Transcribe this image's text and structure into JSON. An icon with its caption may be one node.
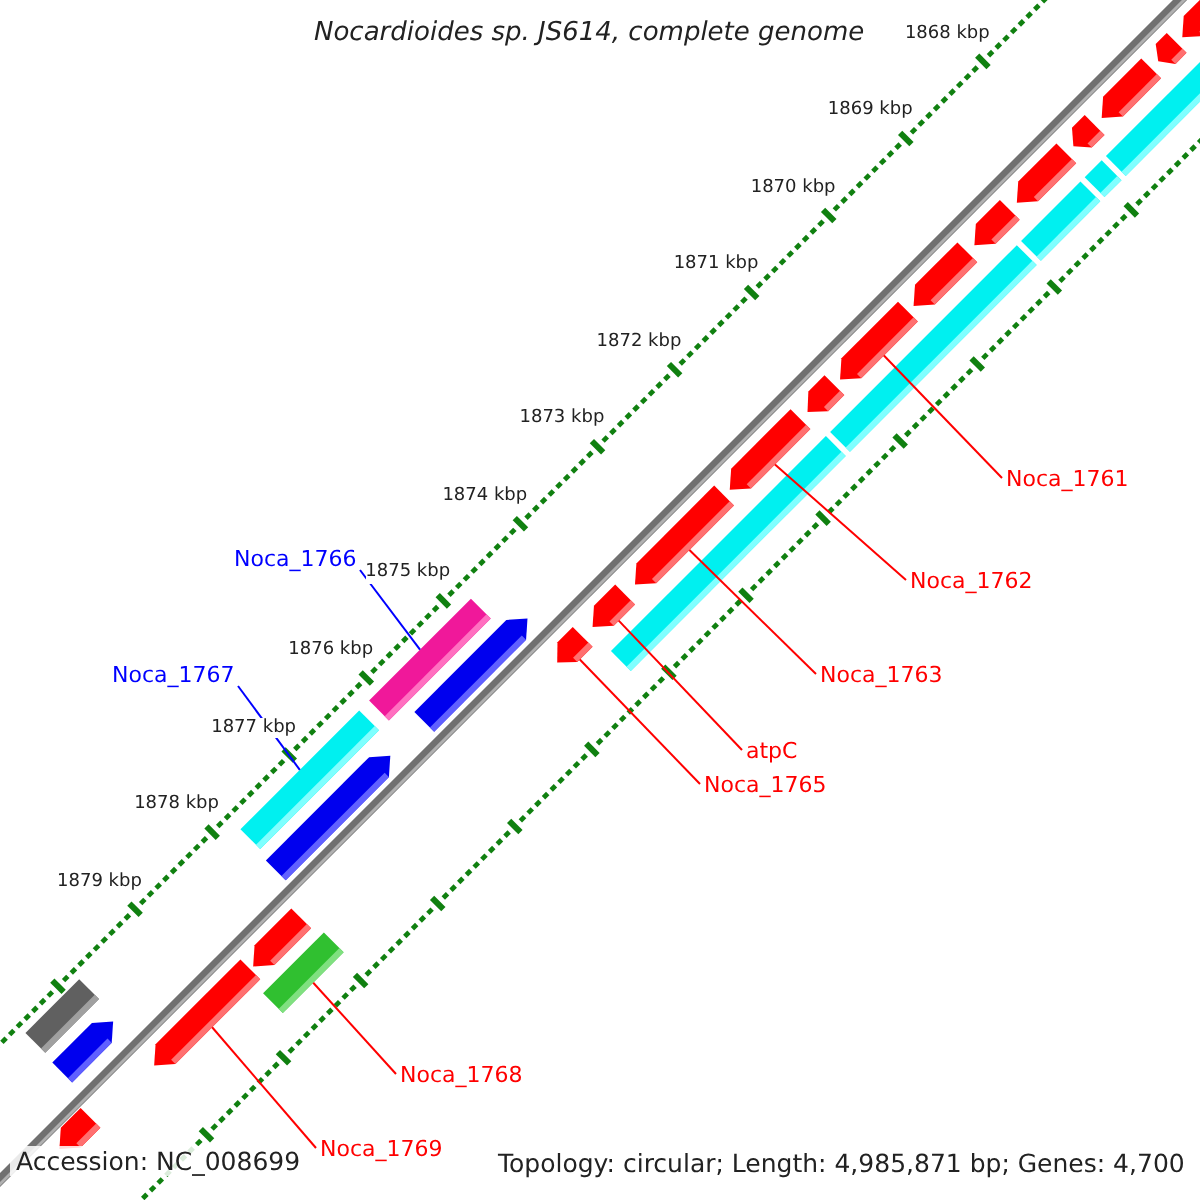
{
  "diagram": {
    "title": "Nocardioides sp. JS614, complete genome",
    "nodes": [
      {
        "text": [
          "Noca_1766"
        ]
      },
      {
        "text": [
          "Noca_1767"
        ]
      },
      {
        "text": [
          "Noca_1761"
        ]
      },
      {
        "text": [
          "Noca_1762"
        ]
      },
      {
        "text": [
          "Noca_1763"
        ]
      },
      {
        "text": [
          "atpC"
        ]
      },
      {
        "text": [
          "Noca_1765"
        ]
      },
      {
        "text": [
          "Noca_1768"
        ]
      },
      {
        "text": [
          "Noca_1769"
        ]
      },
      {
        "text": [],
        "shape": "bar"
      },
      {
        "text": [],
        "shape": "bar"
      },
      {
        "text": [],
        "shape": "pentagon"
      },
      {
        "text": [],
        "shape": "pentagon"
      },
      {
        "text": [],
        "shape": "pentagon"
      },
      {
        "text": [],
        "shape": "pentagon"
      },
      {
        "text": [],
        "shape": "pentagon"
      },
      {
        "text": [],
        "shape": "bar"
      },
      {
        "text": [],
        "shape": "pentagon"
      },
      {
        "text": [],
        "shape": "pentagon"
      },
      {
        "text": [],
        "shape": "pentagon"
      },
      {
        "text": [],
        "shape": "pentagon"
      },
      {
        "text": [],
        "shape": "pentagon"
      },
      {
        "text": [],
        "shape": "pentagon"
      },
      {
        "text": [],
        "shape": "pentagon"
      },
      {
        "text": [],
        "shape": "pentagon"
      },
      {
        "text": [],
        "shape": "pentagon"
      },
      {
        "text": [],
        "shape": "bar"
      },
      {
        "text": [],
        "shape": "bar"
      },
      {
        "text": [],
        "shape": "bar"
      },
      {
        "text": [],
        "shape": "bar"
      },
      {
        "text": [],
        "shape": "bar"
      },
      {
        "text": [],
        "shape": "pentagon"
      },
      {
        "text": [],
        "shape": "pentagon"
      },
      {
        "text": [],
        "shape": "bar"
      },
      {
        "text": [],
        "shape": "pentagon"
      },
      {
        "text": [],
        "shape": "pentagon"
      },
      {
        "text": [],
        "shape": "pentagon"
      }
    ],
    "edges": [
      {
        "from": 0,
        "to": 9,
        "arrow": "none",
        "color": "#0000ff"
      },
      {
        "from": 1,
        "to": 10,
        "arrow": "none",
        "color": "#0000ff"
      },
      {
        "from": 2,
        "to": 11,
        "arrow": "none"
      },
      {
        "from": 3,
        "to": 12,
        "arrow": "none"
      },
      {
        "from": 4,
        "to": 13,
        "arrow": "none"
      },
      {
        "from": 5,
        "to": 14,
        "arrow": "none"
      },
      {
        "from": 6,
        "to": 15,
        "arrow": "none"
      },
      {
        "from": 7,
        "to": 16,
        "arrow": "none"
      },
      {
        "from": 8,
        "to": 17,
        "arrow": "none"
      }
    ],
    "labels": [
      "1868 kbp",
      "1869 kbp",
      "1870 kbp",
      "1871 kbp",
      "1872 kbp",
      "1873 kbp",
      "1874 kbp",
      "1875 kbp",
      "1876 kbp",
      "1877 kbp",
      "1878 kbp",
      "1879 kbp",
      "Accession: NC_008699",
      "Topology: circular; Length: 4,985,871 bp; Genes: 4,700"
    ]
  }
}
